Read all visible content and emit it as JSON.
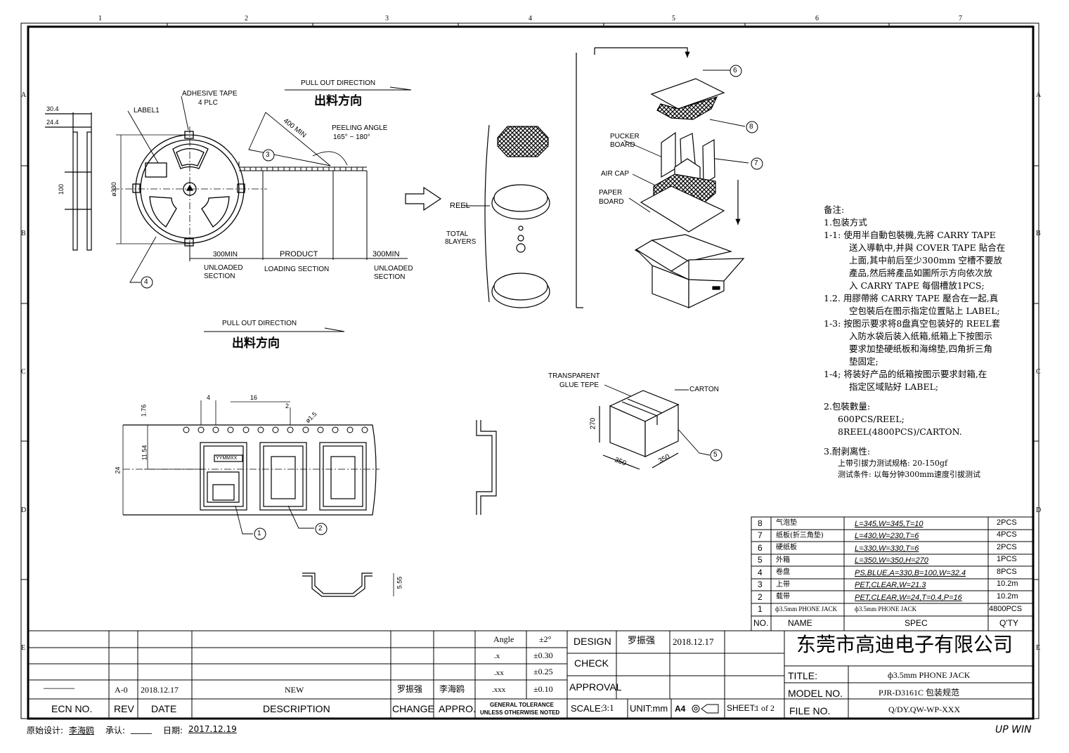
{
  "drawing": {
    "labels": {
      "pull_out_top": "PULL OUT DIRECTION",
      "pull_out_top_cn": "出料方向",
      "pull_out_left": "PULL OUT DIRECTION",
      "pull_out_left_cn": "出料方向",
      "adhesive_tape": "ADHESIVE TAPE",
      "adhesive_plc": "4 PLC",
      "label1": "LABEL1",
      "dim_30_4": "30.4",
      "dim_24_4": "24.4",
      "dim_100": "100",
      "dim_330": "ø330",
      "peeling_angle": "PEELING ANGLE",
      "peeling_range": "165° ~ 180°",
      "min400": "400 MIN",
      "min300_left": "300MIN",
      "product": "PRODUCT",
      "min300_right": "300MIN",
      "unloaded_left_1": "UNLOADED",
      "unloaded_left_2": "SECTION",
      "loading_section": "LOADING SECTION",
      "unloaded_right_1": "UNLOADED",
      "unloaded_right_2": "SECTION",
      "reel": "REEL",
      "total_1": "TOTAL",
      "total_2": "8LAYERS",
      "pucker_1": "PUCKER",
      "pucker_2": "BOARD",
      "air_cap": "AIR CAP",
      "paper_1": "PAPER",
      "paper_2": "BOARD",
      "transparent_1": "TRANSPARENT",
      "transparent_2": "GLUE TEPE",
      "carton": "CARTON",
      "dim_270": "270",
      "dim_350a": "350",
      "dim_350b": "350",
      "dim_4": "4",
      "dim_16": "16",
      "dim_2": "2",
      "dim_phi15": "ø1.5",
      "dim_176": "1.76",
      "dim_1154": "11.54",
      "dim_24": "24",
      "dim_555": "5.55",
      "yymmxx": "YYMMXX",
      "c1": "1",
      "c2": "2",
      "c3": "3",
      "c4": "4",
      "c5": "5",
      "c6": "6",
      "c7": "7",
      "c8": "8"
    },
    "grid_top": [
      "1",
      "2",
      "3",
      "4",
      "5",
      "6",
      "7"
    ],
    "grid_side": [
      "A",
      "B",
      "C",
      "D",
      "E"
    ]
  },
  "notes": {
    "title": "备注:",
    "s1": "1.包装方式",
    "l1a": "1-1: 使用半自動包裝機,先將 CARRY TAPE",
    "l1b": "送入導軌中,并與 COVER TAPE 貼合在",
    "l1c": "上面,其中前后至少300mm 空槽不要放",
    "l1d": "產品,然后將產品如圖所示方向依次放",
    "l1e": "入 CARRY TAPE 每個槽放1PCS;",
    "l2a": "1.2. 用膠帶將 CARRY TAPE 壓合在一起,真",
    "l2b": "空包裝后在图示指定位置貼上 LABEL;",
    "l3a": "1-3: 按图示要求将8盘真空包装好的 REEL套",
    "l3b": "入防水袋后装入纸箱,纸箱上下按图示",
    "l3c": "要求加垫硬纸板和海绵垫,四角折三角",
    "l3d": "垫固定;",
    "l4a": "1-4; 将装好产品的纸箱按图示要求封箱,在",
    "l4b": "指定区域贴好 LABEL;",
    "s2": "2.包裝數量:",
    "q1": "600PCS/REEL;",
    "q2": "8REEL(4800PCS)/CARTON.",
    "s3": "3.耐剥离性:",
    "p1": "上带引拔力测试规格: 20-150gf",
    "p2": "测试条件: 以每分钟300mm速度引拔测试"
  },
  "bom": {
    "header": {
      "no": "NO.",
      "name": "NAME",
      "spec": "SPEC",
      "qty": "Q'TY"
    },
    "rows": [
      {
        "no": "8",
        "name": "气泡垫",
        "spec": "L=345,W=345,T=10",
        "qty": "2PCS"
      },
      {
        "no": "7",
        "name": "纸板(折三角垫)",
        "spec": "L=430,W=230,T=6",
        "qty": "4PCS"
      },
      {
        "no": "6",
        "name": "硬纸板",
        "spec": "L=330,W=330,T=6",
        "qty": "2PCS"
      },
      {
        "no": "5",
        "name": "外箱",
        "spec": "L=350,W=350,H=270",
        "qty": "1PCS"
      },
      {
        "no": "4",
        "name": "卷盘",
        "spec": "PS,BLUE,A=330,B=100,W=32.4",
        "qty": "8PCS"
      },
      {
        "no": "3",
        "name": "上带",
        "spec": "PET,CLEAR,W=21.3",
        "qty": "10.2m"
      },
      {
        "no": "2",
        "name": "载带",
        "spec": "PET,CLEAR,W=24,T=0.4,P=16",
        "qty": "10.2m"
      },
      {
        "no": "1",
        "name": "ф3.5mm PHONE JACK",
        "spec": "ф3.5mm PHONE JACK",
        "qty": "4800PCS"
      }
    ]
  },
  "title_block": {
    "ecn_dash": "————",
    "rev_value": "A-0",
    "date_value": "2018.12.17",
    "desc_value": "NEW",
    "change_value": "罗振强",
    "appro_value": "李海鸥",
    "hdr_ecn": "ECN NO.",
    "hdr_rev": "REV",
    "hdr_date": "DATE",
    "hdr_desc": "DESCRIPTION",
    "hdr_change": "CHANGE",
    "hdr_appro": "APPRO.",
    "tol_angle": "Angle",
    "tol_angle_v": "±2°",
    "tol_x": ".x",
    "tol_x_v": "±0.30",
    "tol_xx": ".xx",
    "tol_xx_v": "±0.25",
    "tol_xxx": ".xxx",
    "tol_xxx_v": "±0.10",
    "tol_label1": "GENERAL TOLERANCE",
    "tol_label2": "UNLESS OTHERWISE NOTED",
    "design": "DESIGN",
    "designer": "罗振强",
    "design_date": "2018.12.17",
    "check": "CHECK",
    "approval": "APPROVAL",
    "scale_label": "SCALE:",
    "scale_value": "3:1",
    "unit": "UNIT:mm",
    "paper": "A4",
    "sheet_label": "SHEET:",
    "sheet_value": "1 of 2",
    "company": "东莞市高迪电子有限公司",
    "title_label": "TITLE:",
    "title_value": "ф3.5mm PHONE JACK",
    "model_label": "MODEL NO.",
    "model_value": "PJR-D3161C 包装规范",
    "file_label": "FILE NO.",
    "file_value": "Q/DY.QW-WP-XXX"
  },
  "footer": {
    "orig_label": "原始设计:",
    "orig_name": "李海鸥",
    "approve_label": "承认:",
    "approve_blank": "_____",
    "date_label": "日期:",
    "date_value": "2017.12.19",
    "brand": "UP WIN"
  }
}
